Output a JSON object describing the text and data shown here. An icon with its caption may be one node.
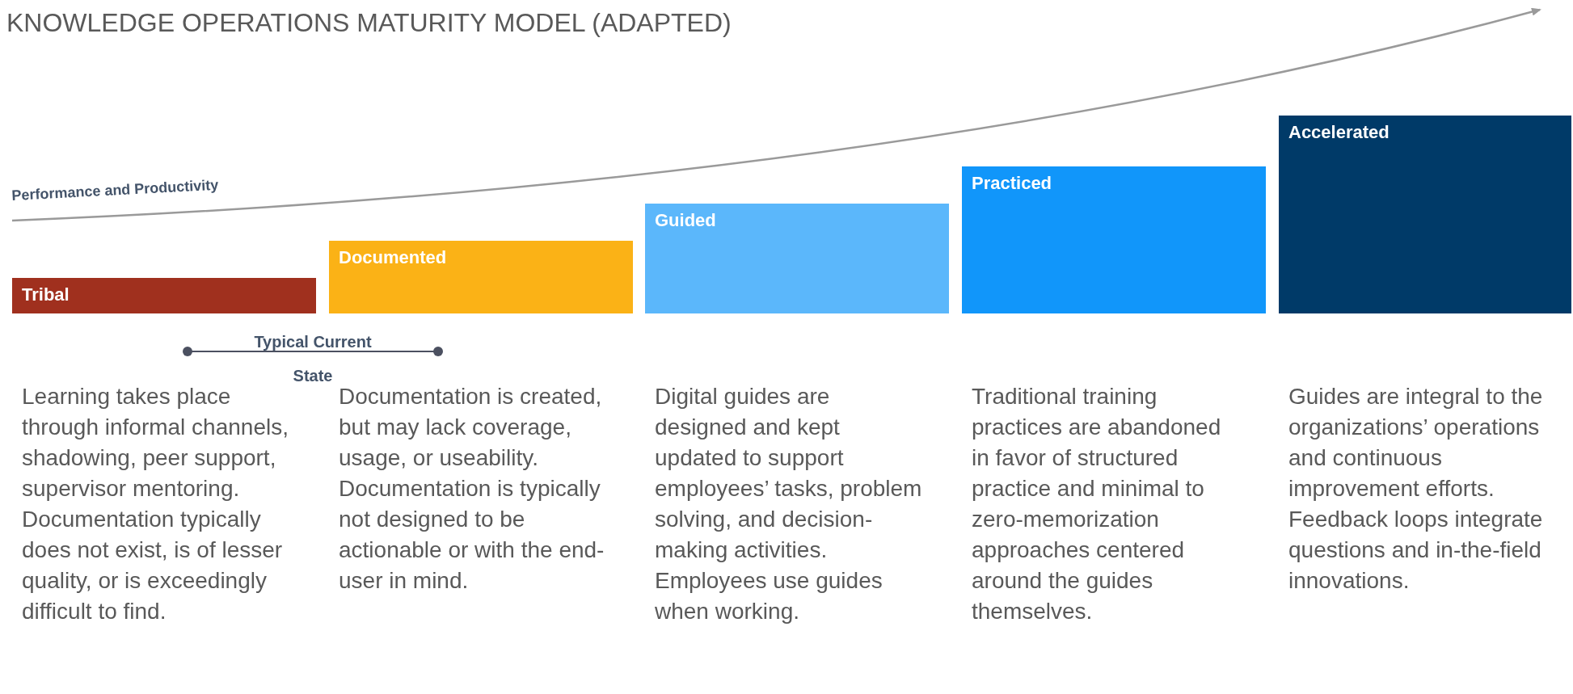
{
  "diagram": {
    "title": "KNOWLEDGE OPERATIONS MATURITY MODEL (ADAPTED)",
    "nodes": [
      {
        "text": [
          "Tribal"
        ],
        "beside": [
          "Learning takes place through informal channels, shadowing, peer support, supervisor mentoring. Documentation typically does not exist, is of lesser quality, or is exceedingly difficult to find."
        ]
      },
      {
        "text": [
          "Documented"
        ],
        "beside": [
          "Documentation is created, but may lack coverage, usage, or useability. Documentation is typically not designed to be actionable or with the end-user in mind."
        ]
      },
      {
        "text": [
          "Guided"
        ],
        "beside": [
          "Digital guides are designed and kept updated to support employees’ tasks, problem solving, and decision-making activities. Employees use guides when working."
        ]
      },
      {
        "text": [
          "Practiced"
        ],
        "beside": [
          "Traditional training practices are abandoned in favor of  structured practice and minimal to zero-memorization approaches centered around the guides themselves."
        ]
      },
      {
        "text": [
          "Accelerated"
        ],
        "beside": [
          "Guides are integral to the organizations’ operations and continuous improvement efforts. Feedback loops integrate questions and in-the-field innovations."
        ]
      }
    ],
    "labels": [
      "Performance and Productivity",
      "Typical Current State"
    ]
  }
}
